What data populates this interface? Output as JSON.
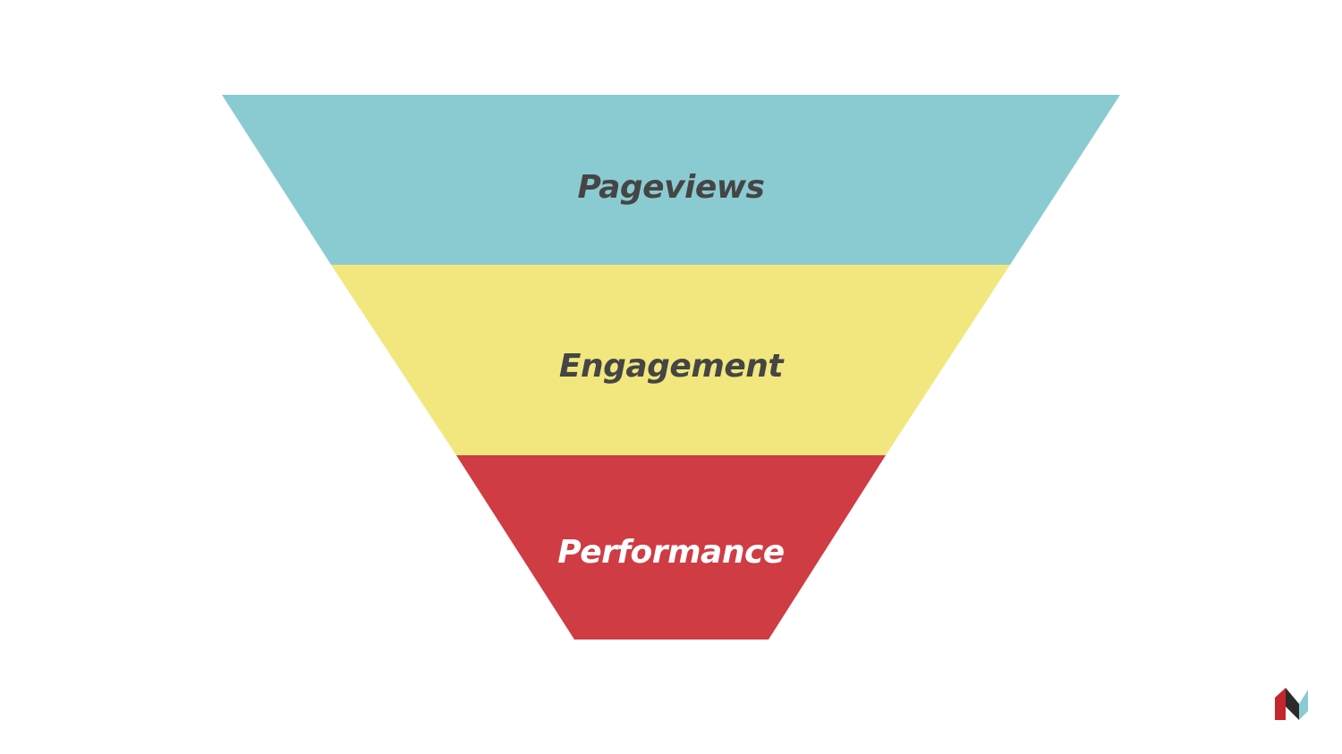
{
  "funnel": {
    "stages": [
      {
        "label": "Pageviews",
        "fill": "#8acbd1",
        "text_color": "#454545"
      },
      {
        "label": "Engagement",
        "fill": "#f1e77e",
        "text_color": "#454545"
      },
      {
        "label": "Performance",
        "fill": "#cf3c44",
        "text_color": "#ffffff"
      }
    ]
  },
  "logo": {
    "name": "brand-logo",
    "colors": [
      "#c4262e",
      "#2b2b2b",
      "#8acbd1"
    ]
  }
}
